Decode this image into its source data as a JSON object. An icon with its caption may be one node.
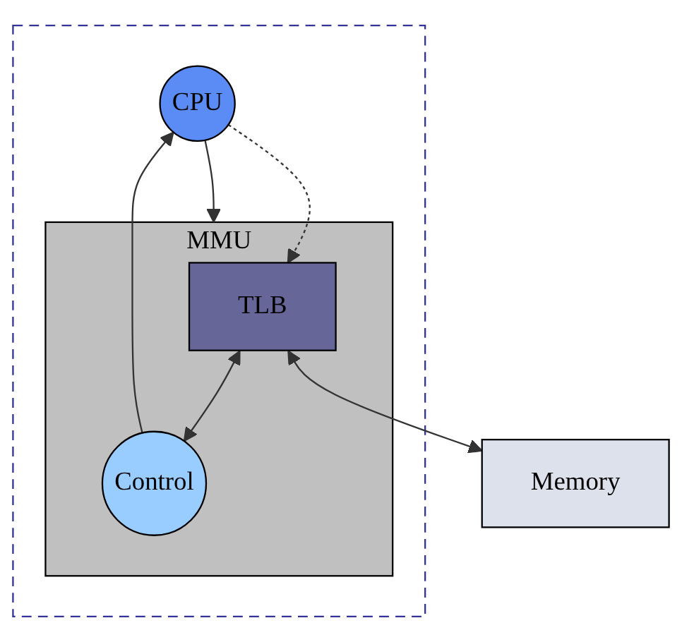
{
  "diagram": {
    "nodes": [
      {
        "text": [],
        "shape": "box"
      },
      {
        "text": [
          "CPU"
        ],
        "in": 0
      },
      {
        "text": [
          "MMU"
        ],
        "in": 0
      },
      {
        "text": [
          "TLB"
        ],
        "in": 2
      },
      {
        "text": [
          "Control"
        ],
        "in": 2
      },
      {
        "text": [
          "Memory"
        ]
      }
    ],
    "edges": [
      {
        "from": 1,
        "to": 3,
        "arrow": "to",
        "style": "dashed"
      },
      {
        "from": 1,
        "to": 2,
        "arrow": "to"
      },
      {
        "from": 4,
        "to": 1,
        "arrow": "to"
      },
      {
        "from": 3,
        "to": 4,
        "arrow": "both"
      },
      {
        "from": 3,
        "to": 5,
        "arrow": "both"
      }
    ]
  }
}
